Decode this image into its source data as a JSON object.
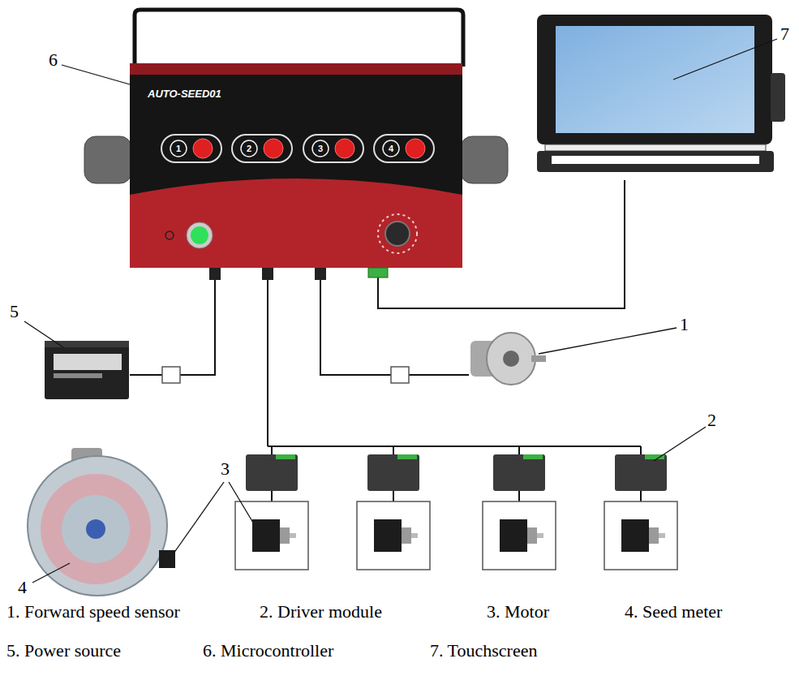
{
  "diagram": {
    "nodes": [
      {
        "text": [
          "AUTO-SEED01"
        ]
      }
    ],
    "labels": [
      "6",
      "7",
      "1",
      "2",
      "3",
      "4",
      "5",
      "1",
      "2",
      "3",
      "4",
      "1. Forward speed sensor",
      "2. Driver module",
      "3. Motor",
      "4. Seed meter",
      "5. Power source",
      "6. Microcontroller",
      "7. Touchscreen"
    ]
  }
}
